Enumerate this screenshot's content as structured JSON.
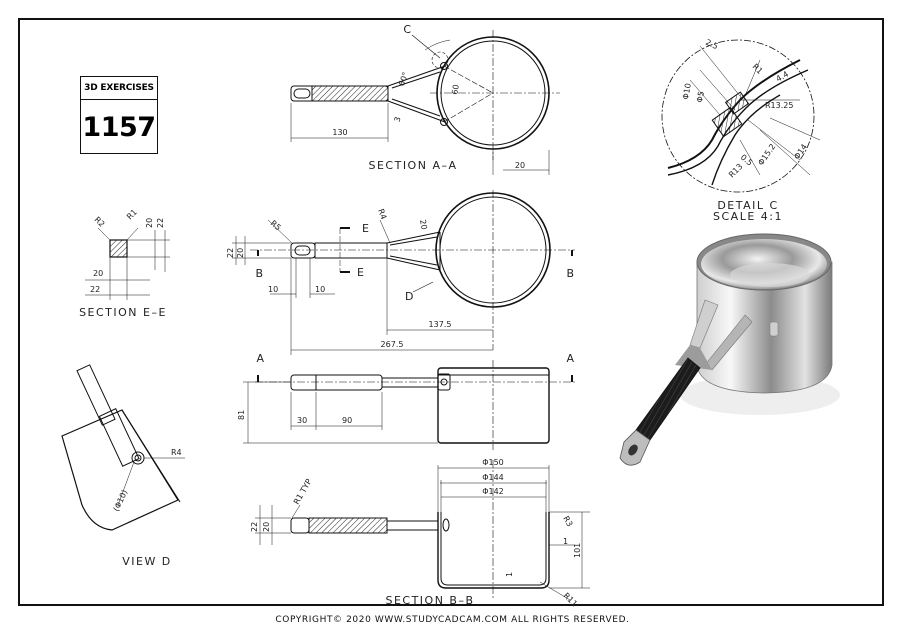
{
  "badge": {
    "title": "3D EXERCISES",
    "number": "1157"
  },
  "copyright": "COPYRIGHT© 2020 WWW.STUDYCADCAM.COM ALL RIGHTS RESERVED.",
  "views": {
    "section_aa": "SECTION A–A",
    "section_ee": "SECTION E–E",
    "section_bb": "SECTION B–B",
    "view_d": "VIEW D",
    "detail_c": "DETAIL C",
    "detail_scale": "SCALE 4:1"
  },
  "labels": {
    "c": "C",
    "a_left": "A",
    "a_right": "A",
    "b_left": "B",
    "b_right": "B",
    "e_top": "E",
    "e_bottom": "E",
    "d": "D"
  },
  "dims": {
    "aa_130": "130",
    "aa_20": "20",
    "aa_60deg": "60°",
    "aa_60": "60",
    "aa_3": "3",
    "ee_r2": "R2",
    "ee_r1": "R1",
    "ee_20a": "20",
    "ee_22a": "22",
    "ee_20b": "20",
    "ee_22b": "22",
    "tv_r5": "R5",
    "tv_r4": "R4",
    "tv_20": "20",
    "tv_22": "22",
    "tv_20b": "20",
    "tv_10a": "10",
    "tv_10b": "10",
    "tv_1375": "137.5",
    "tv_2675": "267.5",
    "fv_81": "81",
    "fv_30": "30",
    "fv_90": "90",
    "bb_150": "Φ150",
    "bb_144": "Φ144",
    "bb_142": "Φ142",
    "bb_r1typ": "R1 TYP",
    "bb_22": "22",
    "bb_20": "20",
    "bb_r3": "R3",
    "bb_1a": "1",
    "bb_101": "101",
    "bb_1b": "1",
    "bb_r11": "R11",
    "vd_r4": "R4",
    "vd_10": "(Φ10)",
    "dc_25": "2.5",
    "dc_r1": "R1",
    "dc_44": "4.4",
    "dc_10": "Φ10",
    "dc_5": "Φ5",
    "dc_r1325": "R13.25",
    "dc_05": "0.5",
    "dc_152": "Φ15.2",
    "dc_14": "Φ14",
    "dc_r13": "R13"
  }
}
